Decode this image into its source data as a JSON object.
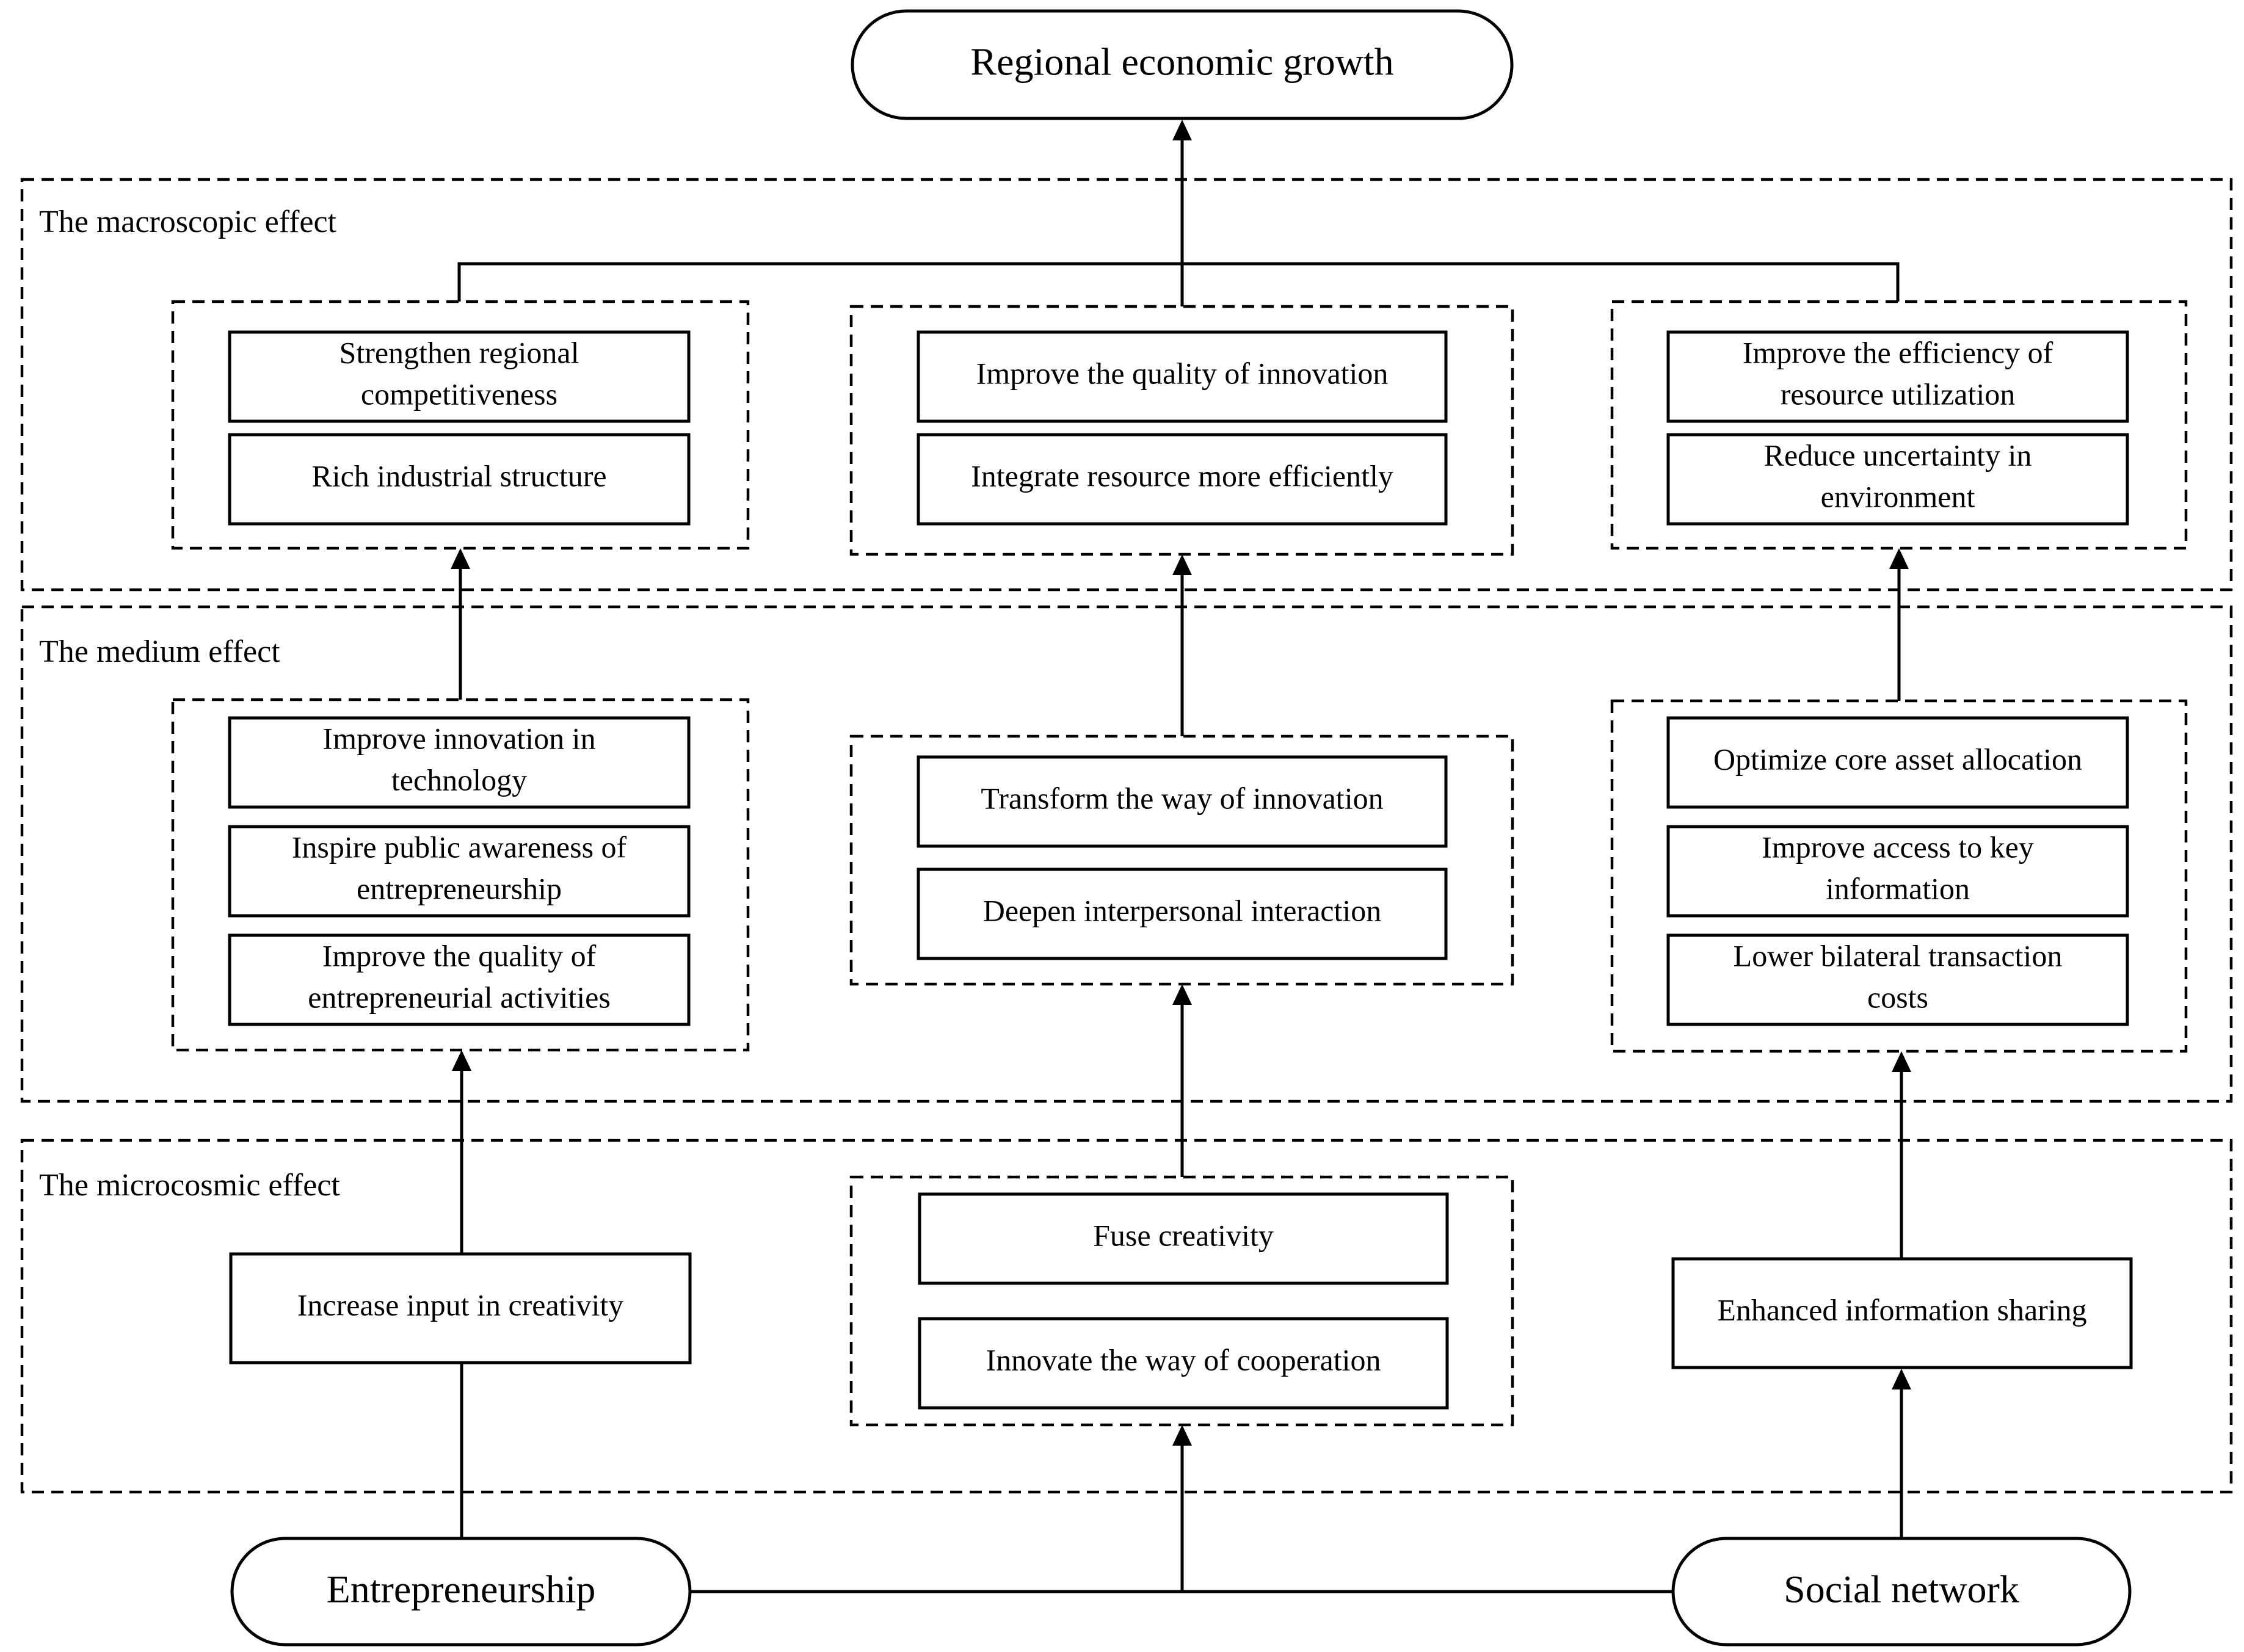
{
  "top_node": "Regional economic growth",
  "bottom_nodes": {
    "left": "Entrepreneurship",
    "right": "Social network"
  },
  "layers": {
    "macro": {
      "label": "The macroscopic effect",
      "left": [
        [
          "Strengthen regional",
          "competitiveness"
        ],
        [
          "Rich industrial structure"
        ]
      ],
      "center": [
        [
          "Improve the quality of innovation"
        ],
        [
          "Integrate resource more efficiently"
        ]
      ],
      "right": [
        [
          "Improve the efficiency of",
          "resource utilization"
        ],
        [
          "Reduce uncertainty in",
          "environment"
        ]
      ]
    },
    "medium": {
      "label": "The medium effect",
      "left": [
        [
          "Improve innovation in",
          "technology"
        ],
        [
          "Inspire public awareness of",
          "entrepreneurship"
        ],
        [
          "Improve the quality of",
          "entrepreneurial activities"
        ]
      ],
      "center": [
        [
          "Transform the way of innovation"
        ],
        [
          "Deepen interpersonal interaction"
        ]
      ],
      "right": [
        [
          "Optimize core asset allocation"
        ],
        [
          "Improve access to key",
          "information"
        ],
        [
          "Lower bilateral transaction",
          "costs"
        ]
      ]
    },
    "micro": {
      "label": "The microcosmic effect",
      "left": [
        [
          "Increase input in creativity"
        ]
      ],
      "center": [
        [
          "Fuse creativity"
        ],
        [
          "Innovate the way of cooperation"
        ]
      ],
      "right": [
        [
          "Enhanced information sharing"
        ]
      ]
    }
  }
}
